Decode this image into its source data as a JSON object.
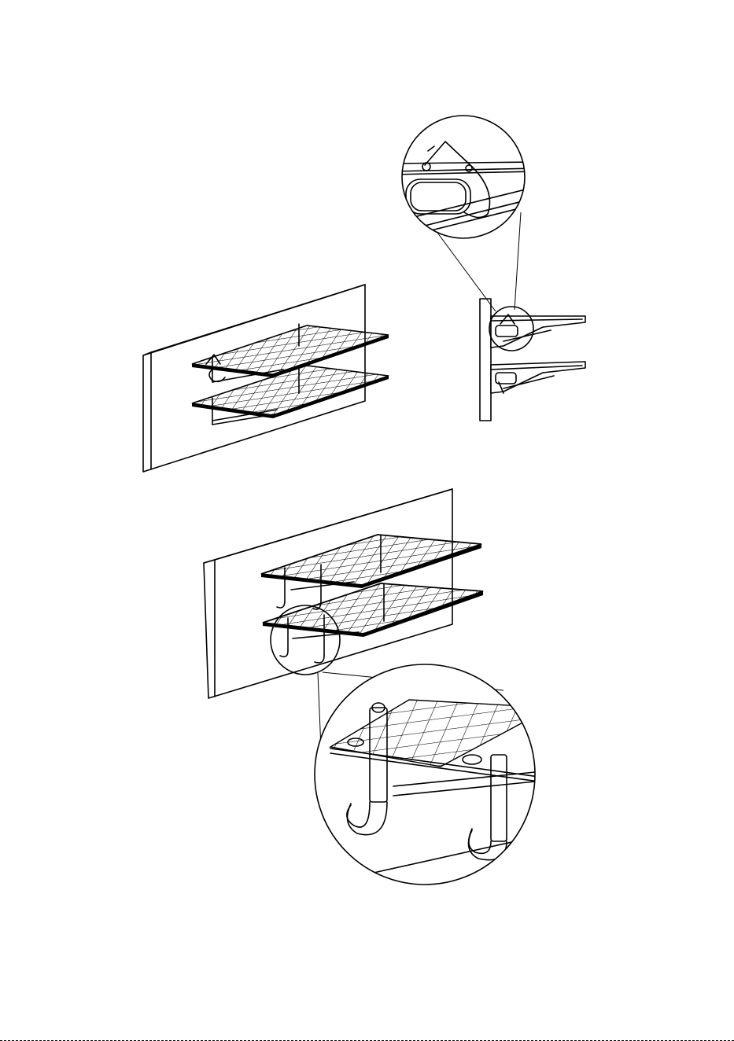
{
  "figure": {
    "panels": [
      {
        "id": "top-left",
        "content": "wall-with-two-shelves"
      },
      {
        "id": "top-right-detail",
        "content": "side-view-with-zoom-circle"
      },
      {
        "id": "bottom",
        "content": "wall-with-two-shelves-and-hooks"
      },
      {
        "id": "bottom-detail",
        "content": "hook-zoom-circle"
      }
    ],
    "line_color": "#000000",
    "background": "#ffffff"
  }
}
